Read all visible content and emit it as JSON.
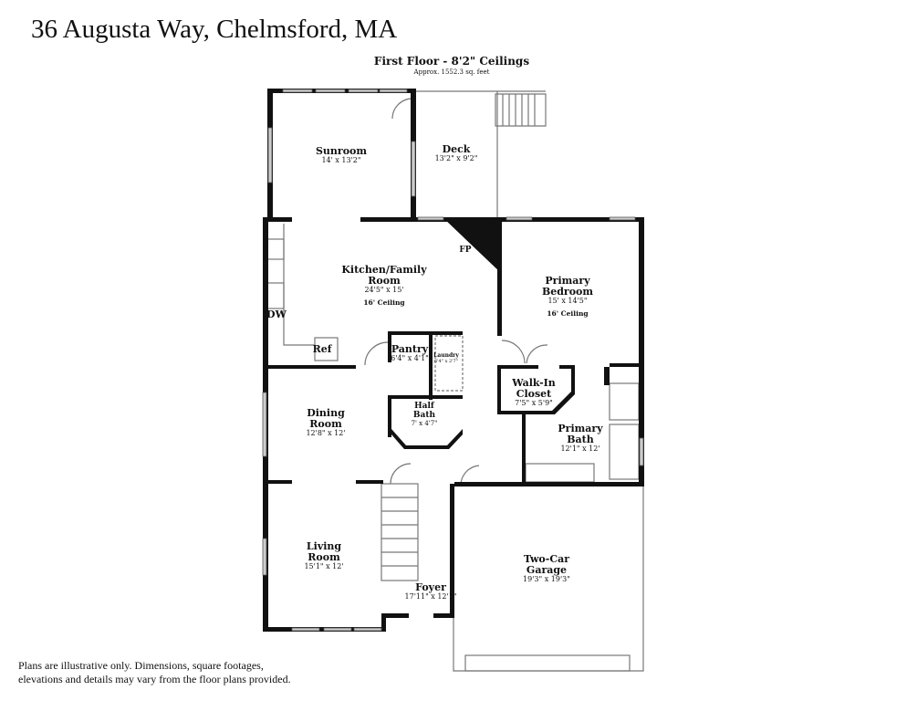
{
  "title": "36 Augusta Way, Chelmsford, MA",
  "floor": {
    "name": "First Floor - 8'2\" Ceilings",
    "area": "Approx. 1552.3 sq. feet"
  },
  "rooms": {
    "sunroom": {
      "name": "Sunroom",
      "dim": "14' x 13'2\""
    },
    "deck": {
      "name": "Deck",
      "dim": "13'2\" x 9'2\""
    },
    "kitchen": {
      "name": "Kitchen/Family Room",
      "dim": "24'5\" x 15'",
      "ceiling": "16' Ceiling"
    },
    "primary_bedroom": {
      "name": "Primary Bedroom",
      "dim": "15' x 14'5\"",
      "ceiling": "16' Ceiling"
    },
    "pantry": {
      "name": "Pantry",
      "dim": "6'4\" x 4'1\""
    },
    "laundry": {
      "name": "Laundry",
      "dim": "6'4\" x 2'7\""
    },
    "half_bath": {
      "name": "Half Bath",
      "dim": "7' x 4'7\""
    },
    "walk_in_closet": {
      "name": "Walk-In Closet",
      "dim": "7'5\" x 5'9\""
    },
    "primary_bath": {
      "name": "Primary Bath",
      "dim": "12'1\" x 12'"
    },
    "dining": {
      "name": "Dining Room",
      "dim": "12'8\" x 12'"
    },
    "living": {
      "name": "Living Room",
      "dim": "15'1\" x 12'"
    },
    "foyer": {
      "name": "Foyer",
      "dim": "17'11\" x 12'1\""
    },
    "garage": {
      "name": "Two-Car Garage",
      "dim": "19'3\" x 19'3\""
    }
  },
  "fixtures": {
    "fp": "FP",
    "dw": "DW",
    "ref": "Ref"
  },
  "disclaimer": [
    "Plans are illustrative only. Dimensions, square footages,",
    "elevations and details may vary from the floor plans provided."
  ]
}
